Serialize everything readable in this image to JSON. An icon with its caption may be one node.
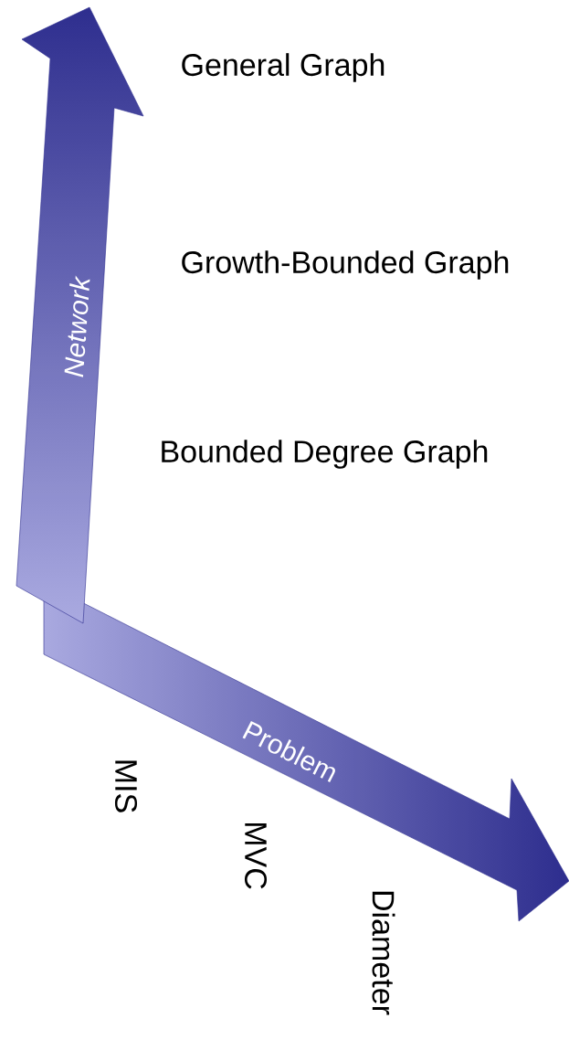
{
  "diagram": {
    "labels": [
      "General Graph",
      "Growth-Bounded Graph",
      "Network",
      "Bounded Degree Graph",
      "Problem",
      "MIS",
      "MVC",
      "Diameter"
    ]
  }
}
